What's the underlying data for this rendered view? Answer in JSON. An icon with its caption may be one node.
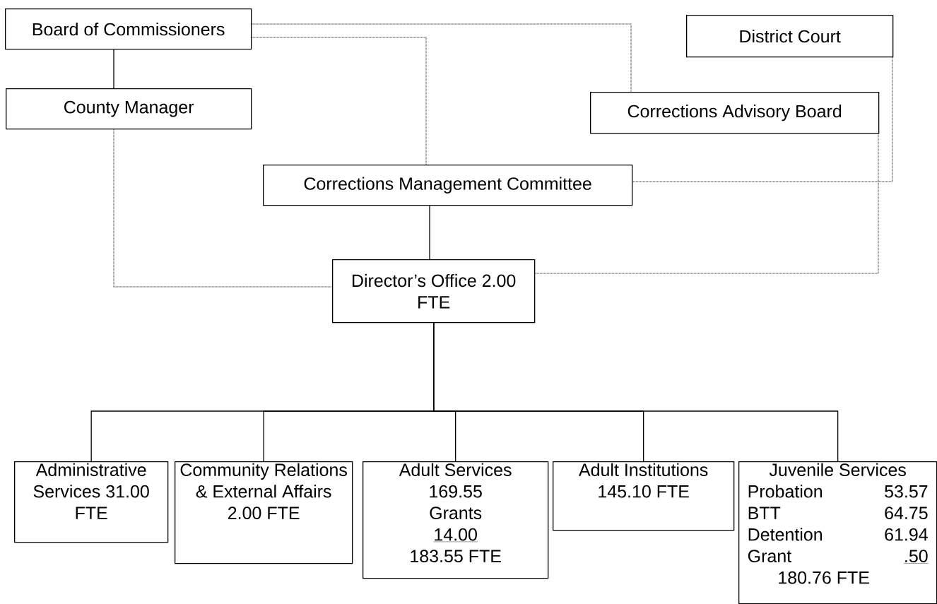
{
  "diagram": {
    "nodes": [
      {
        "text": [
          "Board of Commissioners"
        ]
      },
      {
        "text": [
          "District Court"
        ]
      },
      {
        "text": [
          "County Manager"
        ]
      },
      {
        "text": [
          "Corrections Advisory Board"
        ]
      },
      {
        "text": [
          "Corrections Management Committee"
        ]
      },
      {
        "text": [
          "Director’s Office 2.00 FTE"
        ]
      },
      {
        "text": [
          "Administrative Services 31.00 FTE"
        ]
      },
      {
        "text": [
          "Community Relations & External Affairs 2.00 FTE"
        ]
      },
      {
        "text": [
          "Adult Services",
          "169.55",
          "Grants",
          "14.00",
          "183.55 FTE"
        ]
      },
      {
        "text": [
          "Adult Institutions",
          "145.10 FTE"
        ]
      },
      {
        "text": [
          "Juvenile Services",
          "Probation",
          "53.57",
          "BTT",
          "64.75",
          "Detention",
          "61.94",
          "Grant",
          ".50",
          "180.76 FTE"
        ]
      }
    ],
    "edges": [
      {
        "from": 0,
        "to": 2,
        "arrow": "none"
      },
      {
        "from": 0,
        "to": 3,
        "arrow": "none",
        "style": "dashed"
      },
      {
        "from": 0,
        "to": 4,
        "arrow": "none",
        "style": "dashed"
      },
      {
        "from": 1,
        "to": 4,
        "arrow": "none",
        "style": "dashed"
      },
      {
        "from": 4,
        "to": 5,
        "arrow": "none"
      },
      {
        "from": 2,
        "to": 5,
        "arrow": "none",
        "style": "dashed"
      },
      {
        "from": 3,
        "to": 5,
        "arrow": "none",
        "style": "dashed"
      },
      {
        "from": 5,
        "to": 6,
        "arrow": "none"
      },
      {
        "from": 5,
        "to": 7,
        "arrow": "none"
      },
      {
        "from": 5,
        "to": 8,
        "arrow": "none"
      },
      {
        "from": 5,
        "to": 9,
        "arrow": "none"
      },
      {
        "from": 5,
        "to": 10,
        "arrow": "none"
      }
    ]
  }
}
